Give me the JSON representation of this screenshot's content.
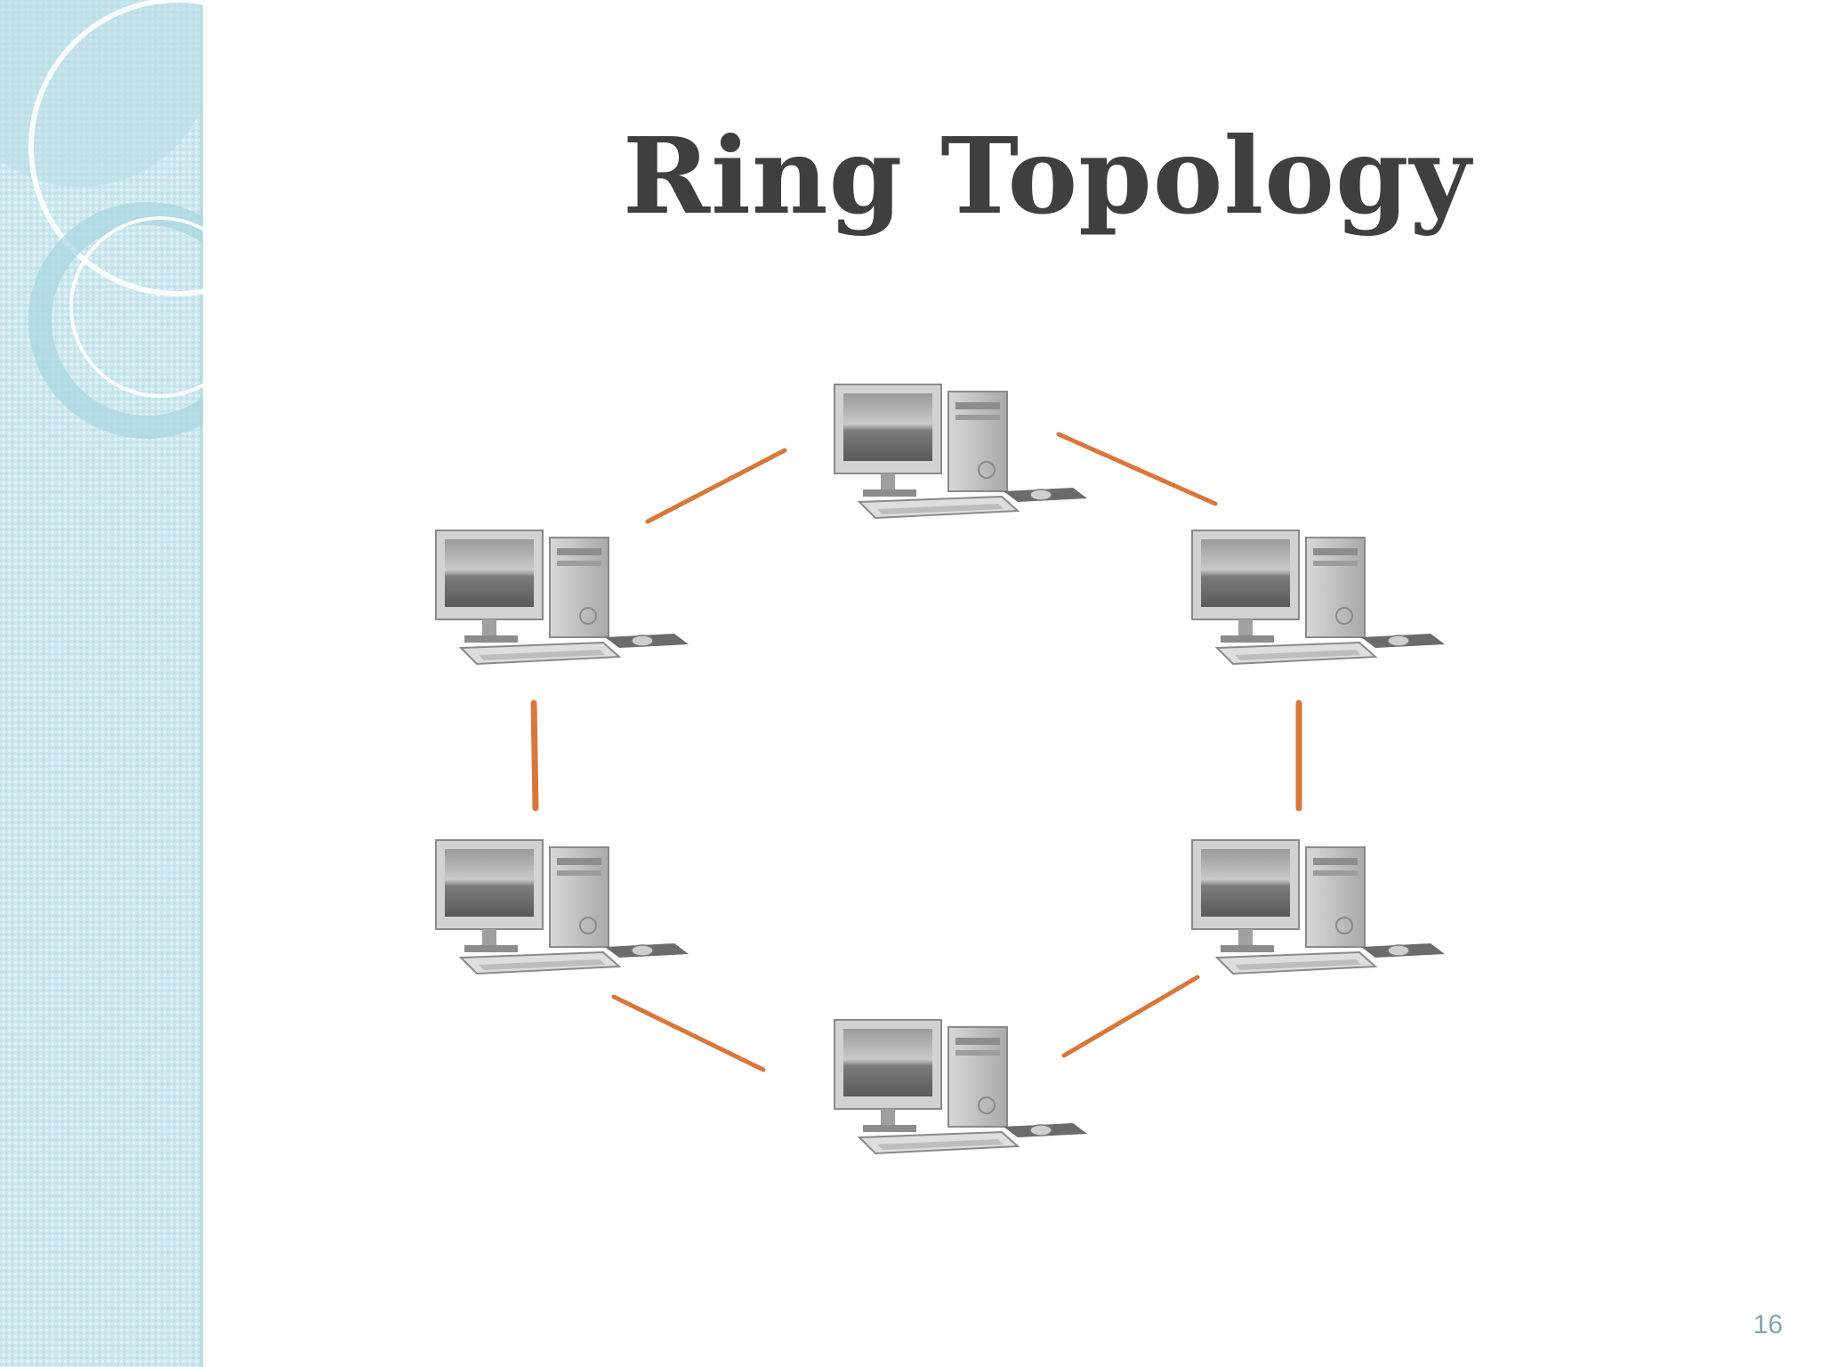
{
  "slide": {
    "title": "Ring Topology",
    "page_number": "16"
  },
  "diagram": {
    "type": "ring-topology",
    "node_icon": "desktop-computer-icon",
    "node_count": 6,
    "link_color": "#d9773a",
    "links": [
      {
        "from": "top",
        "to": "top-right"
      },
      {
        "from": "top-right",
        "to": "bottom-right"
      },
      {
        "from": "bottom-right",
        "to": "bottom"
      },
      {
        "from": "bottom",
        "to": "bottom-left"
      },
      {
        "from": "bottom-left",
        "to": "top-left"
      },
      {
        "from": "top-left",
        "to": "top"
      }
    ]
  },
  "colors": {
    "side_band": "#cde9ef",
    "title": "#3f3f3f",
    "page_number": "#7fa6b2"
  }
}
